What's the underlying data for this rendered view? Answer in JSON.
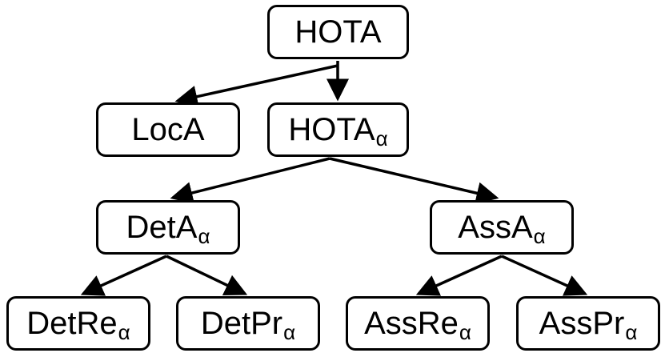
{
  "diagram": {
    "nodes": {
      "hota": {
        "label": "HOTA",
        "sub": ""
      },
      "loca": {
        "label": "LocA",
        "sub": ""
      },
      "hota_a": {
        "label": "HOTA",
        "sub": "α"
      },
      "deta": {
        "label": "DetA",
        "sub": "α"
      },
      "assa": {
        "label": "AssA",
        "sub": "α"
      },
      "detre": {
        "label": "DetRe",
        "sub": "α"
      },
      "detpr": {
        "label": "DetPr",
        "sub": "α"
      },
      "assre": {
        "label": "AssRe",
        "sub": "α"
      },
      "asspr": {
        "label": "AssPr",
        "sub": "α"
      }
    },
    "edges": [
      {
        "from": "hota",
        "to": "loca"
      },
      {
        "from": "hota",
        "to": "hota_a"
      },
      {
        "from": "hota_a",
        "to": "deta"
      },
      {
        "from": "hota_a",
        "to": "assa"
      },
      {
        "from": "deta",
        "to": "detre"
      },
      {
        "from": "deta",
        "to": "detpr"
      },
      {
        "from": "assa",
        "to": "assre"
      },
      {
        "from": "assa",
        "to": "asspr"
      }
    ],
    "colors": {
      "line": "#000000",
      "box_fill": "#ffffff",
      "text": "#000000"
    }
  }
}
